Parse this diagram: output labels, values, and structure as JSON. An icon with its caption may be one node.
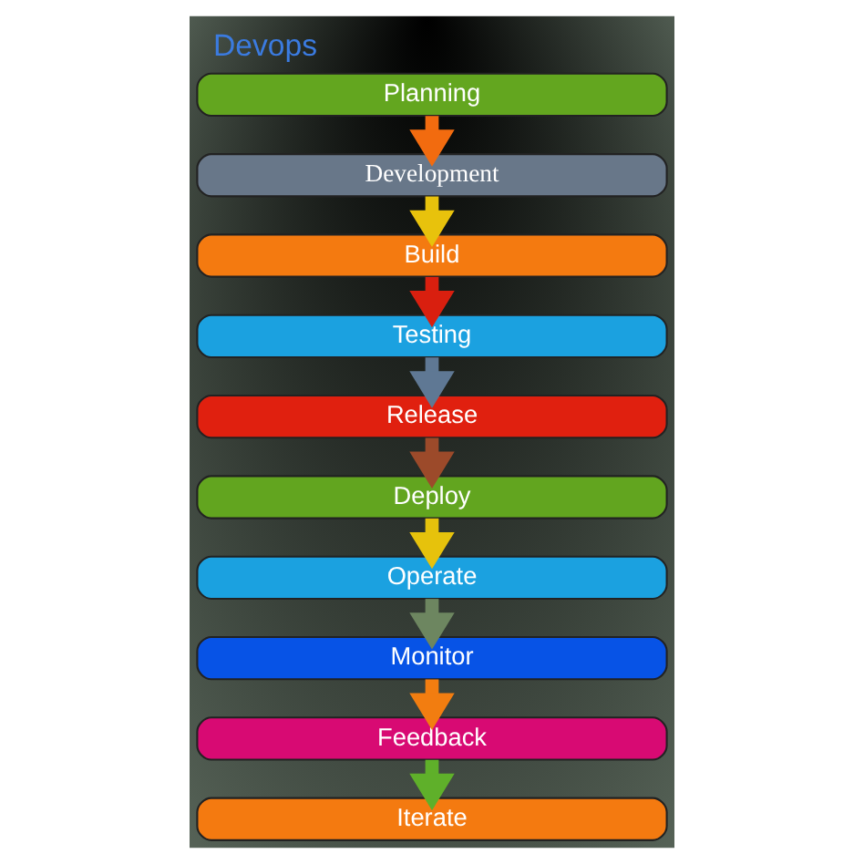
{
  "diagram": {
    "title": "Devops",
    "nodes": [
      {
        "text": [
          "Planning"
        ]
      },
      {
        "text": [
          "Development"
        ]
      },
      {
        "text": [
          "Build"
        ]
      },
      {
        "text": [
          "Testing"
        ]
      },
      {
        "text": [
          "Release"
        ]
      },
      {
        "text": [
          "Deploy"
        ]
      },
      {
        "text": [
          "Operate"
        ]
      },
      {
        "text": [
          "Monitor"
        ]
      },
      {
        "text": [
          "Feedback"
        ]
      },
      {
        "text": [
          "Iterate"
        ]
      }
    ],
    "edges": [
      {
        "from": 0,
        "to": 1,
        "arrow": "to",
        "color": "#f26b0f"
      },
      {
        "from": 1,
        "to": 2,
        "arrow": "to",
        "color": "#e8c20c"
      },
      {
        "from": 2,
        "to": 3,
        "arrow": "to",
        "color": "#d91f0f"
      },
      {
        "from": 3,
        "to": 4,
        "arrow": "to",
        "color": "#5f7894"
      },
      {
        "from": 4,
        "to": 5,
        "arrow": "to",
        "color": "#9c4a2a"
      },
      {
        "from": 5,
        "to": 6,
        "arrow": "to",
        "color": "#e6c20c"
      },
      {
        "from": 6,
        "to": 7,
        "arrow": "to",
        "color": "#6d8660"
      },
      {
        "from": 7,
        "to": 8,
        "arrow": "to",
        "color": "#f27d10"
      },
      {
        "from": 8,
        "to": 9,
        "arrow": "to",
        "color": "#5fb02a"
      }
    ]
  }
}
